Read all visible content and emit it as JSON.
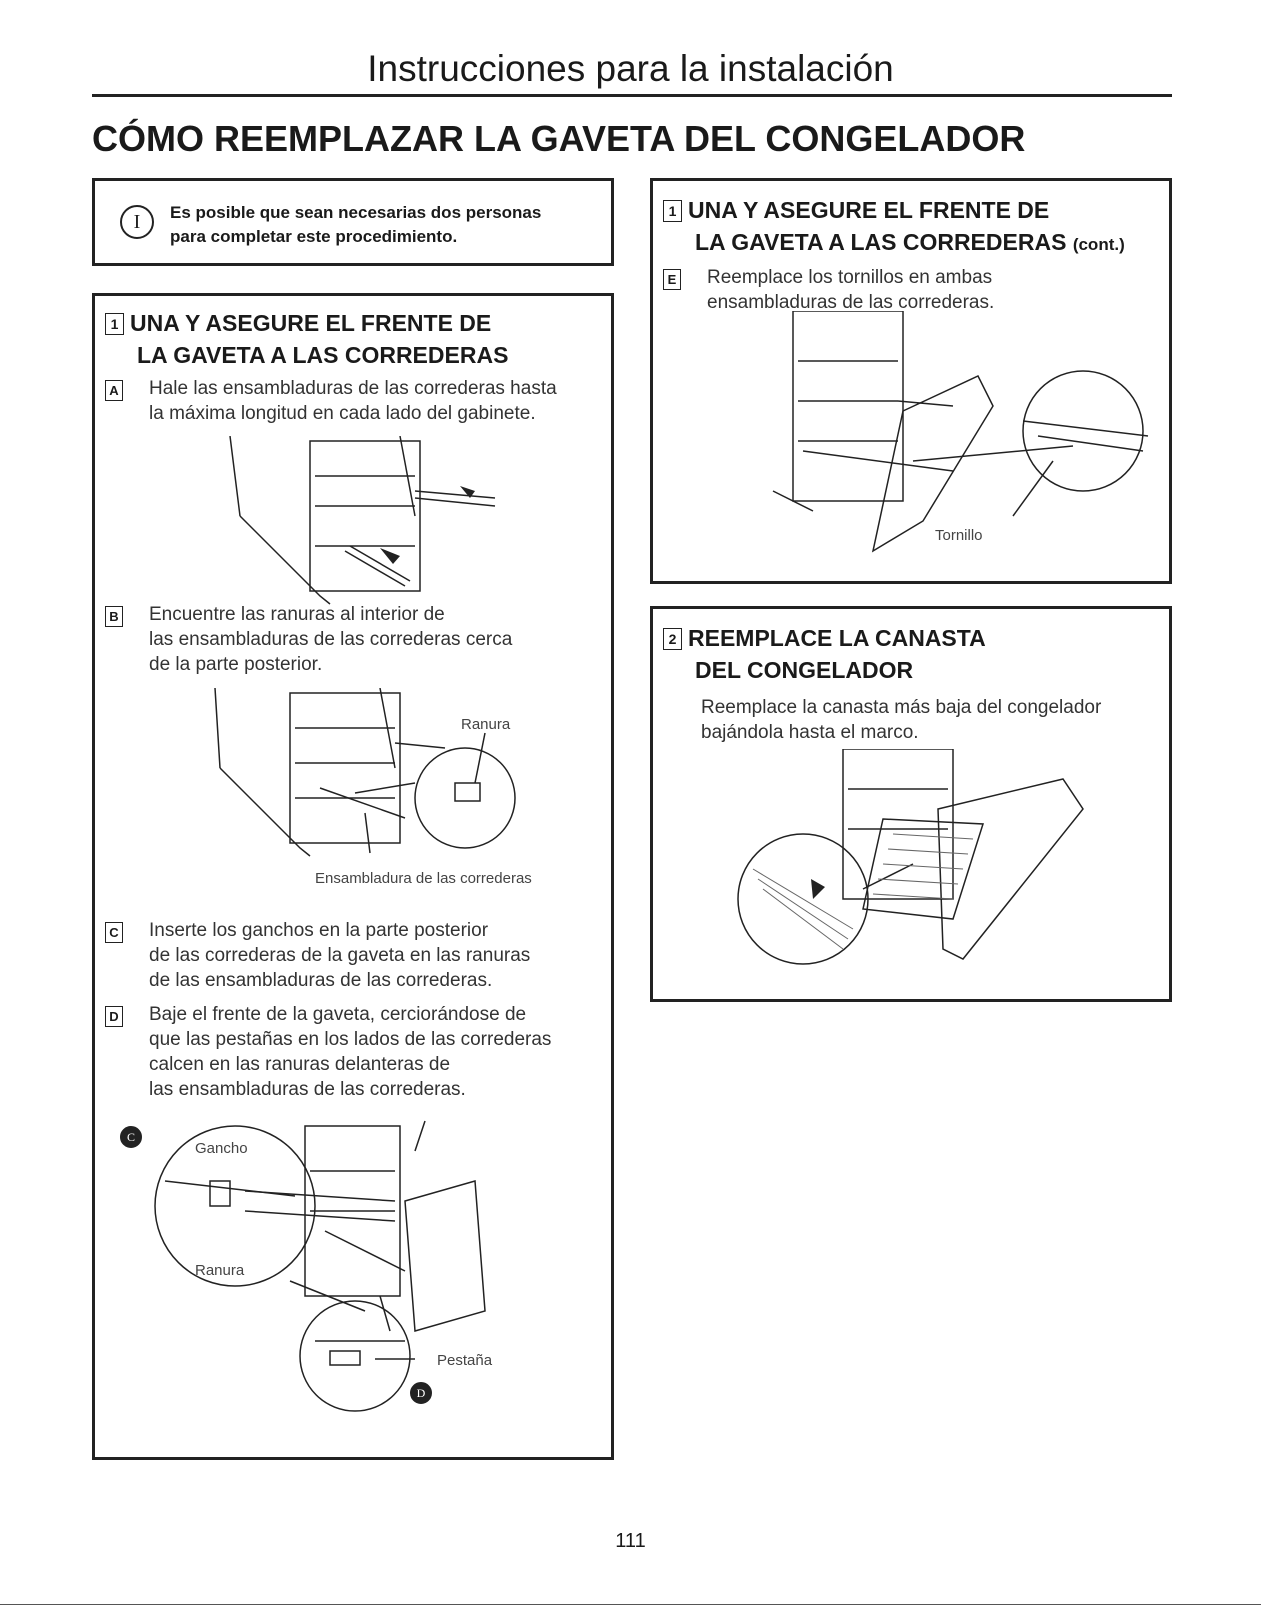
{
  "header": {
    "title": "Instrucciones para la instalación",
    "section_title": "CÓMO REEMPLAZAR LA GAVETA DEL CONGELADOR"
  },
  "note": {
    "icon": "I",
    "line1": "Es posible que sean necesarias dos personas",
    "line2": "para completar este procedimiento."
  },
  "step1": {
    "number": "1",
    "title_line1": "UNA Y ASEGURE EL FRENTE DE",
    "title_line2": "LA GAVETA A LAS CORREDERAS",
    "a": {
      "letter": "A",
      "line1": "Hale las ensambladuras de las correderas hasta",
      "line2": "la máxima longitud en cada lado del gabinete."
    },
    "b": {
      "letter": "B",
      "line1": "Encuentre las ranuras al interior de",
      "line2": "las ensambladuras de las correderas cerca",
      "line3": "de la parte posterior."
    },
    "b_fig": {
      "label_ranura": "Ranura",
      "label_ensambladura": "Ensambladura de las correderas"
    },
    "c": {
      "letter": "C",
      "line1": "Inserte los ganchos en la parte posterior",
      "line2": "de las correderas de la gaveta en las ranuras",
      "line3": "de las ensambladuras de las correderas."
    },
    "d": {
      "letter": "D",
      "line1": "Baje el frente de la gaveta, cerciorándose de",
      "line2": "que las pestañas en los lados de las correderas",
      "line3": "calcen en las ranuras delanteras de",
      "line4": "las ensambladuras de las correderas."
    },
    "cd_fig": {
      "marker_c": "C",
      "marker_d": "D",
      "label_gancho": "Gancho",
      "label_ranura": "Ranura",
      "label_pestana": "Pestaña"
    }
  },
  "step1_cont": {
    "number": "1",
    "title_line1": "UNA Y ASEGURE EL FRENTE DE",
    "title_line2": "LA GAVETA A LAS CORREDERAS",
    "title_suffix": "(cont.)",
    "e": {
      "letter": "E",
      "line1": "Reemplace los tornillos en ambas",
      "line2": "ensambladuras de las correderas."
    },
    "e_fig": {
      "label_tornillo": "Tornillo"
    }
  },
  "step2": {
    "number": "2",
    "title_line1": "REEMPLACE LA CANASTA",
    "title_line2": "DEL CONGELADOR",
    "line1": "Reemplace la canasta más baja del congelador",
    "line2": "bajándola hasta el marco."
  },
  "footer": {
    "page_number": "111"
  }
}
